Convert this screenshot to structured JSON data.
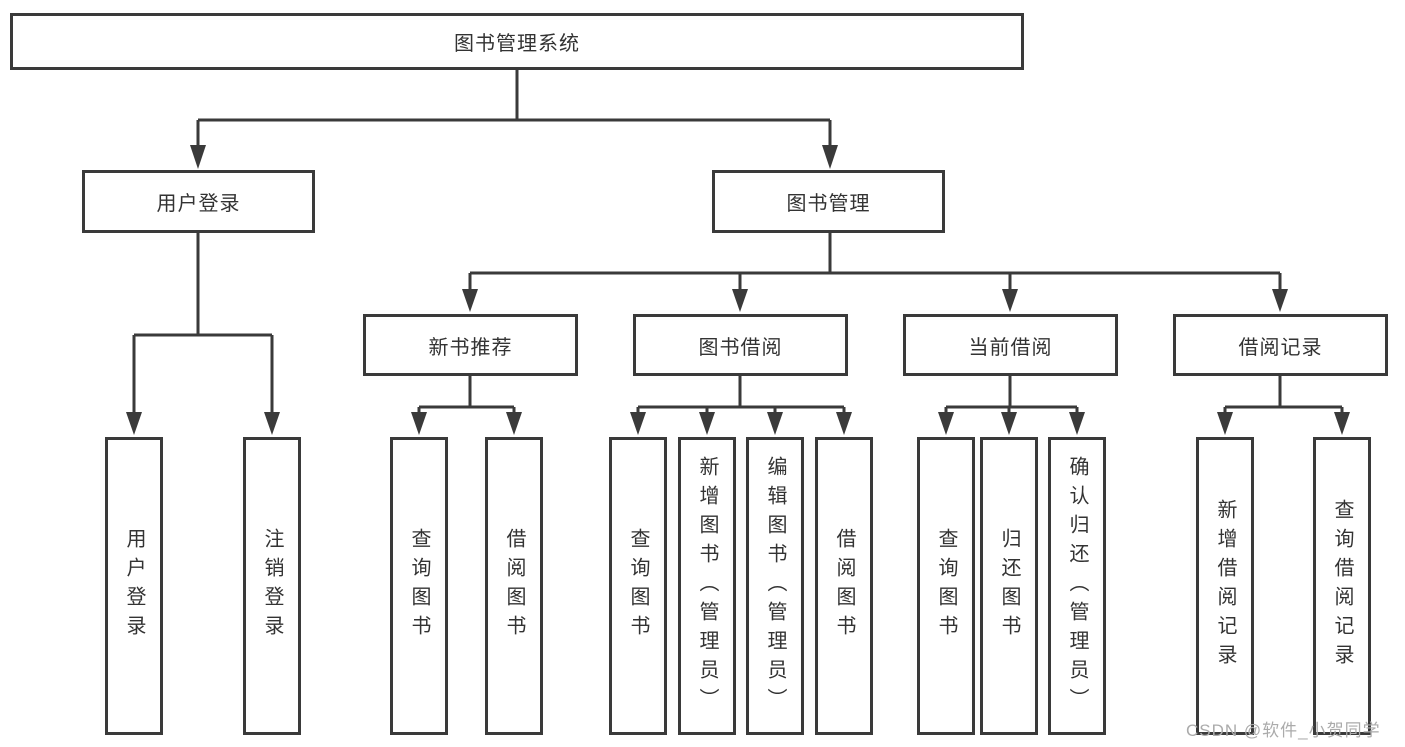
{
  "diagram_type": "functional-structure-tree",
  "hierarchy": {
    "label": "图书管理系统",
    "children": [
      {
        "label": "用户登录",
        "children": [
          {
            "label": "用户登录"
          },
          {
            "label": "注销登录"
          }
        ]
      },
      {
        "label": "图书管理",
        "children": [
          {
            "label": "新书推荐",
            "children": [
              {
                "label": "查询图书"
              },
              {
                "label": "借阅图书"
              }
            ]
          },
          {
            "label": "图书借阅",
            "children": [
              {
                "label": "查询图书"
              },
              {
                "label": "新增图书（管理员）"
              },
              {
                "label": "编辑图书（管理员）"
              },
              {
                "label": "借阅图书"
              }
            ]
          },
          {
            "label": "当前借阅",
            "children": [
              {
                "label": "查询图书"
              },
              {
                "label": "归还图书"
              },
              {
                "label": "确认归还（管理员）"
              }
            ]
          },
          {
            "label": "借阅记录",
            "children": [
              {
                "label": "新增借阅记录"
              },
              {
                "label": "查询借阅记录"
              }
            ]
          }
        ]
      }
    ]
  },
  "watermark": {
    "text": "CSDN @软件_小贺同学"
  },
  "colors": {
    "line": "#3a3a3a",
    "box_border": "#3a3a3a",
    "text": "#333333",
    "watermark": "#ababab",
    "background": "#ffffff"
  }
}
